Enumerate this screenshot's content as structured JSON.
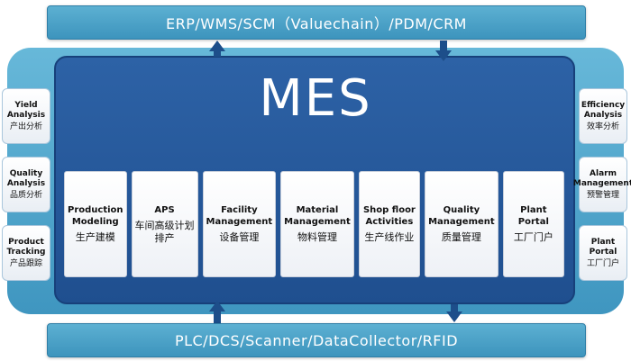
{
  "top_bar": {
    "label": "ERP/WMS/SCM（Valuechain）/PDM/CRM"
  },
  "bottom_bar": {
    "label": "PLC/DCS/Scanner/DataCollector/RFID"
  },
  "core": {
    "title": "MES"
  },
  "modules": [
    {
      "en": "Production Modeling",
      "zh": "生产建模"
    },
    {
      "en": "APS",
      "zh": "车间高级计划排产"
    },
    {
      "en": "Facility Management",
      "zh": "设备管理"
    },
    {
      "en": "Material Management",
      "zh": "物料管理"
    },
    {
      "en": "Shop floor Activities",
      "zh": "生产线作业"
    },
    {
      "en": "Quality Management",
      "zh": "质量管理"
    },
    {
      "en": "Plant Portal",
      "zh": "工厂门户"
    }
  ],
  "left_panels": [
    {
      "en": "Yield Analysis",
      "zh": "产出分析"
    },
    {
      "en": "Quality Analysis",
      "zh": "品质分析"
    },
    {
      "en": "Product Tracking",
      "zh": "产品跟踪"
    }
  ],
  "right_panels": [
    {
      "en": "Efficiency Analysis",
      "zh": "效率分析"
    },
    {
      "en": "Alarm Management",
      "zh": "预警管理"
    },
    {
      "en": "Plant Portal",
      "zh": "工厂门户"
    }
  ],
  "colors": {
    "frame": "#4fa6cd",
    "core": "#2a5c9e",
    "arrow": "#1d4e8a",
    "module_bg": "#ffffff"
  }
}
